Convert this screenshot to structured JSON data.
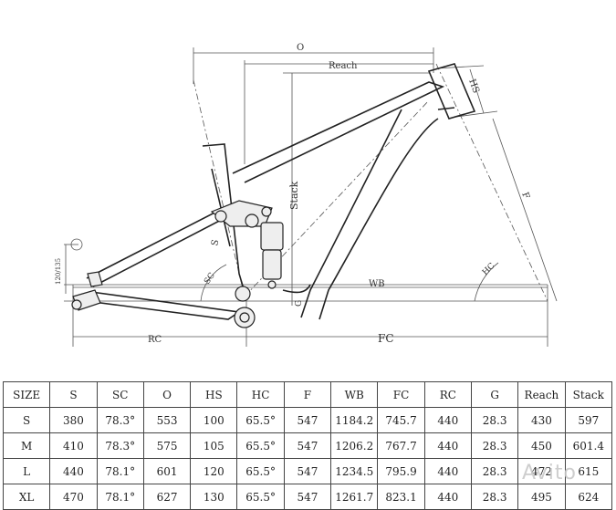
{
  "geometry_labels": {
    "O": "O",
    "Reach": "Reach",
    "HS": "HS",
    "Stack": "Stack",
    "F": "F",
    "S": "S",
    "SC": "SC",
    "HC": "HC",
    "WB": "WB",
    "G": "G",
    "RC": "RC",
    "FC": "FC",
    "travel": "120/135"
  },
  "table": {
    "headers": [
      "SIZE",
      "S",
      "SC",
      "O",
      "HS",
      "HC",
      "F",
      "WB",
      "FC",
      "RC",
      "G",
      "Reach",
      "Stack"
    ],
    "rows": [
      [
        "S",
        "380",
        "78.3°",
        "553",
        "100",
        "65.5°",
        "547",
        "1184.2",
        "745.7",
        "440",
        "28.3",
        "430",
        "597"
      ],
      [
        "M",
        "410",
        "78.3°",
        "575",
        "105",
        "65.5°",
        "547",
        "1206.2",
        "767.7",
        "440",
        "28.3",
        "450",
        "601.4"
      ],
      [
        "L",
        "440",
        "78.1°",
        "601",
        "120",
        "65.5°",
        "547",
        "1234.5",
        "795.9",
        "440",
        "28.3",
        "472",
        "615"
      ],
      [
        "XL",
        "470",
        "78.1°",
        "627",
        "130",
        "65.5°",
        "547",
        "1261.7",
        "823.1",
        "440",
        "28.3",
        "495",
        "624"
      ]
    ]
  },
  "watermark": "Avito",
  "colors": {
    "line": "#222222",
    "dimension": "#555555",
    "background": "#ffffff"
  }
}
